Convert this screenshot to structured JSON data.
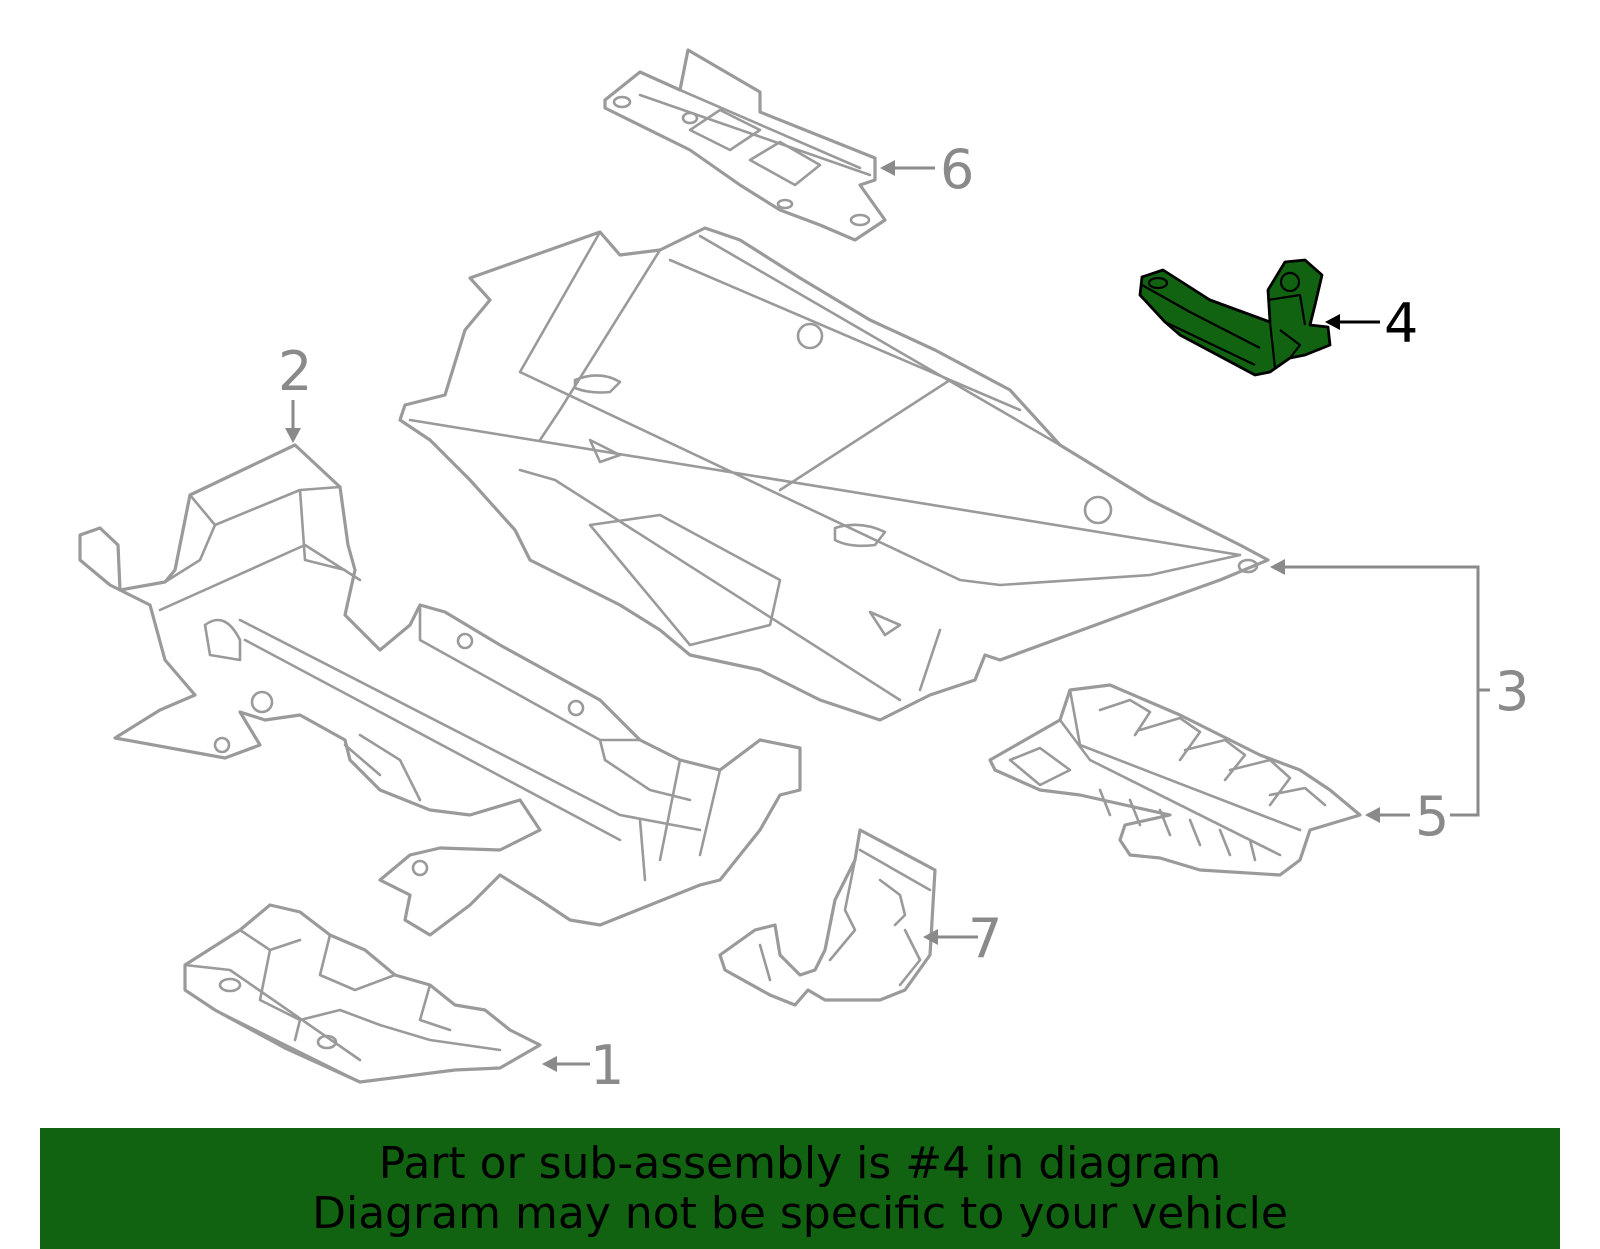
{
  "diagram": {
    "highlight_color": "#116211",
    "line_color": "#9a9a9a",
    "highlighted_part": "4",
    "callouts": [
      "1",
      "2",
      "3",
      "4",
      "5",
      "6",
      "7"
    ]
  },
  "banner": {
    "line1": "Part or sub-assembly is #4 in diagram",
    "line2": "Diagram may not be specific to your vehicle",
    "background": "#116211"
  }
}
